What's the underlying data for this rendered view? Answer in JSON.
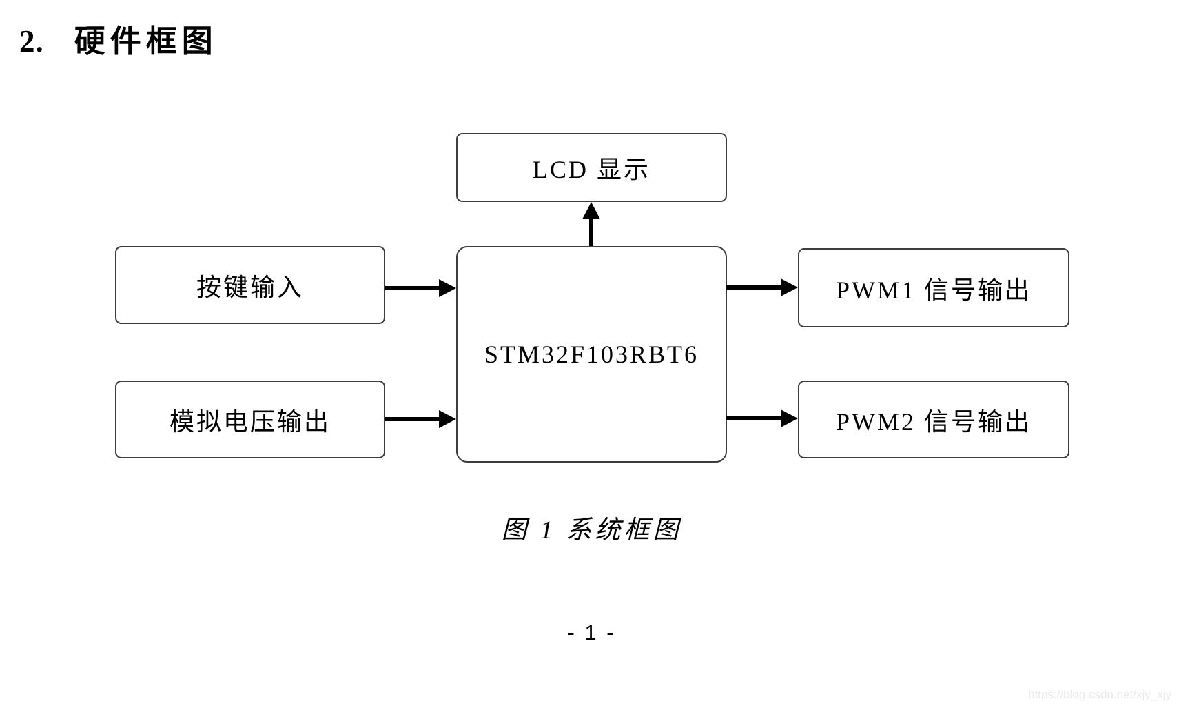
{
  "header": {
    "section_number": "2.",
    "section_title": "硬件框图"
  },
  "diagram": {
    "caption": "图 1 系统框图",
    "nodes": {
      "lcd": "LCD 显示",
      "mcu": "STM32F103RBT6",
      "key_input": "按键输入",
      "analog_voltage_output": "模拟电压输出",
      "pwm1_output": "PWM1 信号输出",
      "pwm2_output": "PWM2 信号输出"
    },
    "connections": [
      {
        "from": "key_input",
        "to": "mcu",
        "direction": "right"
      },
      {
        "from": "analog_voltage_output",
        "to": "mcu",
        "direction": "right"
      },
      {
        "from": "mcu",
        "to": "lcd",
        "direction": "up"
      },
      {
        "from": "mcu",
        "to": "pwm1_output",
        "direction": "right"
      },
      {
        "from": "mcu",
        "to": "pwm2_output",
        "direction": "right"
      }
    ]
  },
  "footer": {
    "page_number": "- 1 -",
    "watermark": "https://blog.csdn.net/xjy_xjy"
  },
  "colors": {
    "ink": "#000000",
    "border": "#3d3d3d",
    "arrow": "#000000",
    "watermark": "#e9e9e9",
    "page-bg": "#ffffff"
  }
}
